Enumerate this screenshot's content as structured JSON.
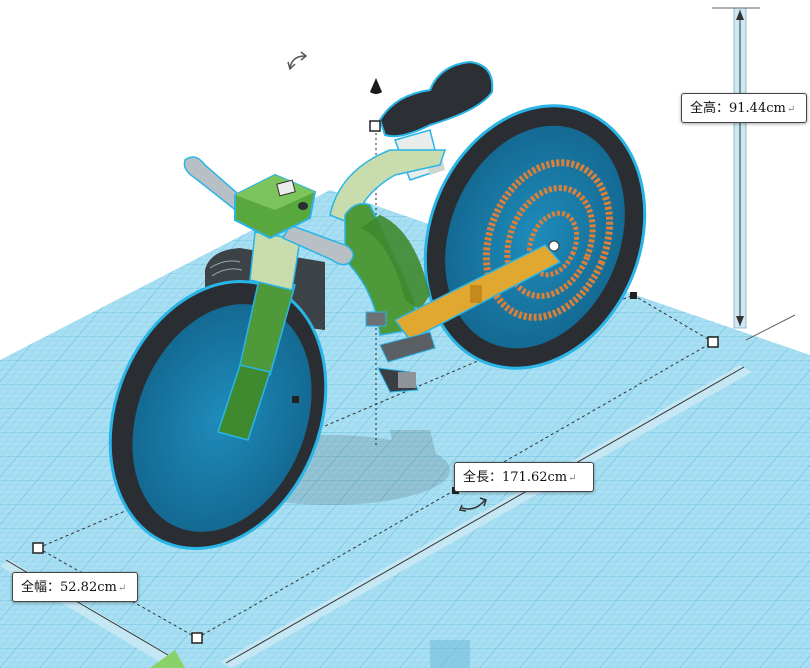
{
  "dimensions": {
    "height": {
      "label": "全高：91.44cm",
      "return_mark": "↵"
    },
    "length": {
      "label": "全長：171.62cm",
      "return_mark": "↵"
    },
    "width": {
      "label": "全幅：52.82cm",
      "return_mark": "↵"
    }
  },
  "icons": {
    "rotate_top": "rotate-arrow-icon",
    "rotate_bottom": "rotate-arrow-icon",
    "lift": "lift-cone-icon"
  },
  "colors": {
    "workplane": "#8fd3ec",
    "grid_line": "#5bb6dc",
    "selection_outline": "#2ab5e8",
    "tire": "#2a2e33",
    "rim": "#1a8fc0",
    "frame_green": "#4e9a3a",
    "frame_light": "#c9dcae",
    "chain_gold": "#e0a830",
    "gear_orange": "#d9803a"
  }
}
